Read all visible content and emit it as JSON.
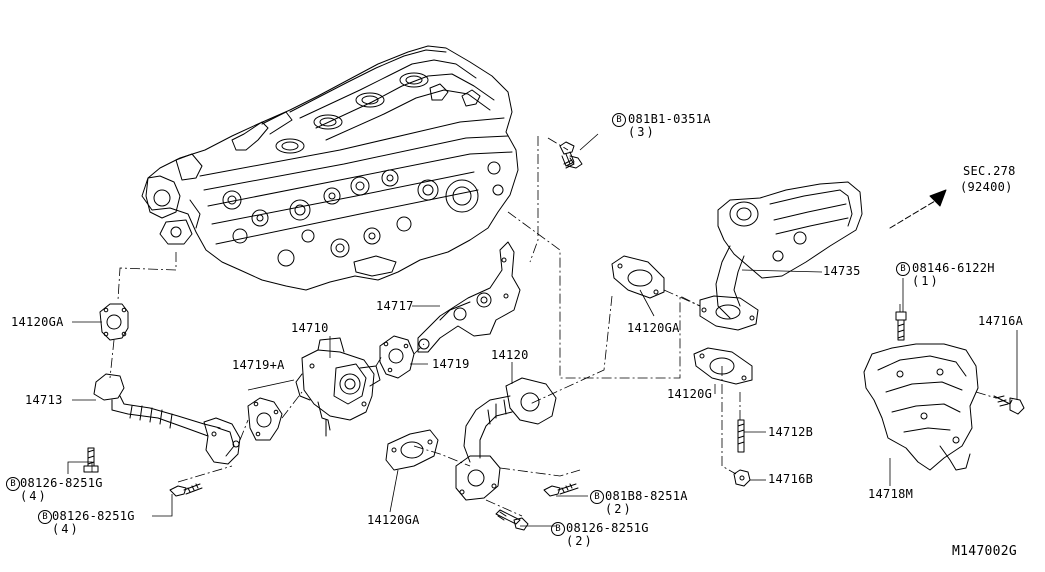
{
  "diagram_id": "M147002G",
  "section_ref": {
    "line1": "SEC.278",
    "line2": "(92400)"
  },
  "bolt_marker": "B",
  "parts": {
    "p14120GA_left": "14120GA",
    "p14713": "14713",
    "p14719A": "14719+A",
    "p14710": "14710",
    "p14717": "14717",
    "p14719": "14719",
    "p14120": "14120",
    "p14120GA_right": "14120GA",
    "p14120GA_bottom": "14120GA",
    "p14735": "14735",
    "p14120G": "14120G",
    "p14712B": "14712B",
    "p14716B": "14716B",
    "p14716A": "14716A",
    "p14718M": "14718M"
  },
  "bolts": {
    "b0351A": {
      "code": "081B1-0351A",
      "qty": "(3)"
    },
    "b6122H": {
      "code": "08146-6122H",
      "qty": "(1)"
    },
    "b8251G_a": {
      "code": "08126-8251G",
      "qty": "(4)"
    },
    "b8251G_b": {
      "code": "08126-8251G",
      "qty": "(4)"
    },
    "b8251A": {
      "code": "081B8-8251A",
      "qty": "(2)"
    },
    "b8251G_c": {
      "code": "08126-8251G",
      "qty": "(2)"
    }
  }
}
